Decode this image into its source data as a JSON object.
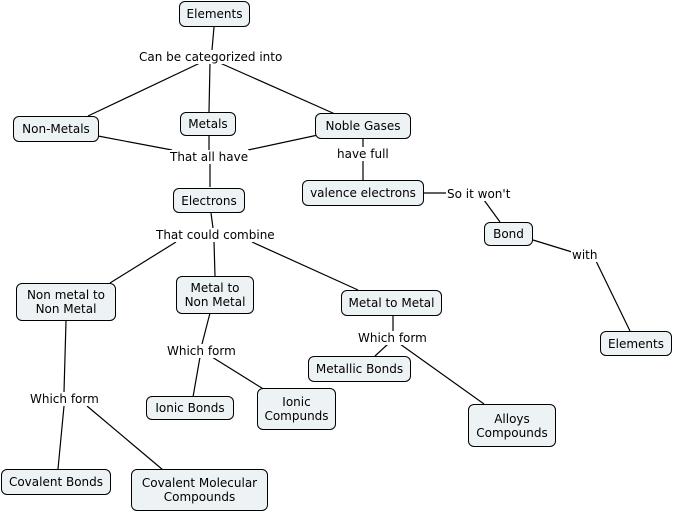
{
  "nodes": {
    "elements": "Elements",
    "non_metals": "Non-Metals",
    "metals": "Metals",
    "noble_gases": "Noble Gases",
    "valence_electrons": "valence electrons",
    "electrons": "Electrons",
    "bond": "Bond",
    "elements_2": "Elements",
    "non_metal_to_non_metal": "Non metal to Non Metal",
    "metal_to_non_metal": "Metal to Non Metal",
    "metal_to_metal": "Metal to Metal",
    "metallic_bonds": "Metallic Bonds",
    "ionic_bonds": "Ionic Bonds",
    "ionic_compunds": "Ionic Compunds",
    "alloys_compounds": "Alloys Compounds",
    "covalent_bonds": "Covalent Bonds",
    "covalent_molecular_compounds": "Covalent Molecular Compounds"
  },
  "links": {
    "can_be_categorized": "Can be categorized into",
    "that_all_have": "That all have",
    "have_full": "have full",
    "so_it_wont": "So it won't",
    "with": "with",
    "that_could_combine": "That could combine",
    "which_form_1": "Which form",
    "which_form_2": "Which form",
    "which_form_3": "Which form"
  }
}
